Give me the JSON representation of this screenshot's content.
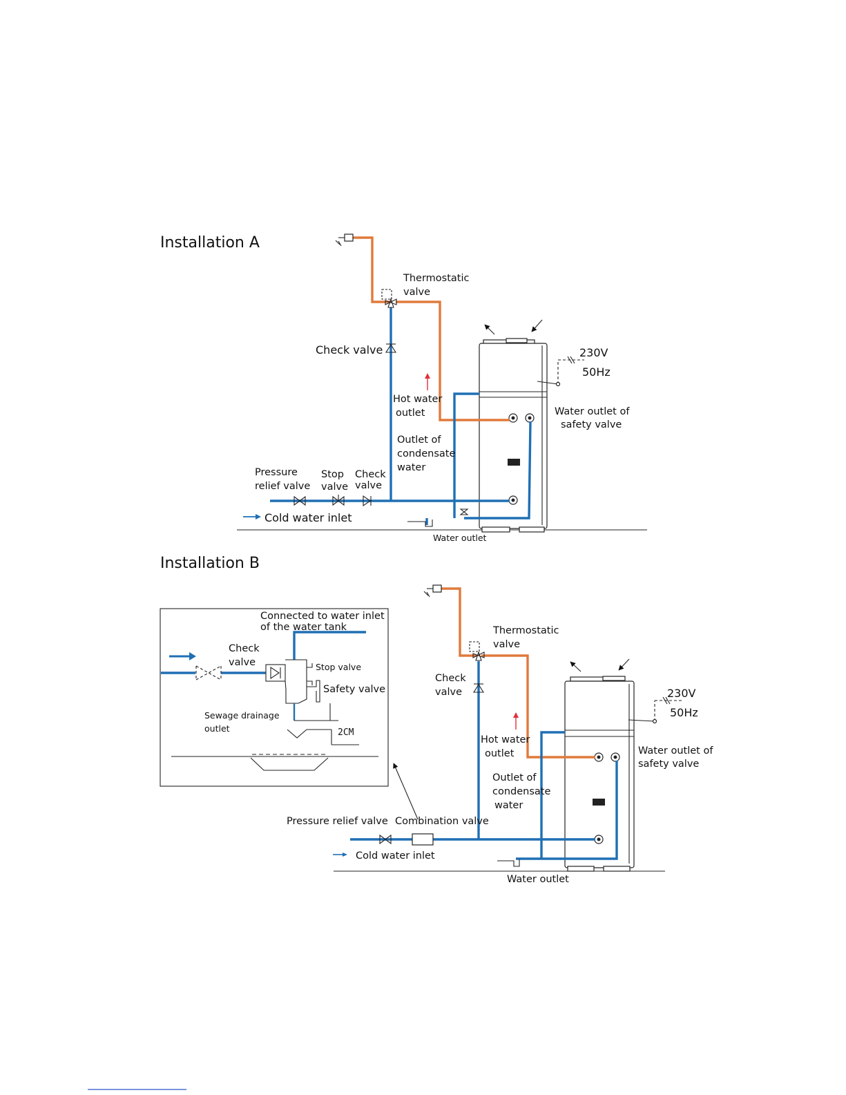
{
  "colors": {
    "cold_pipe": "#1f6fb4",
    "hot_pipe": "#e07a3c",
    "flow_arrow": "#e0303a"
  },
  "installation_a": {
    "title": "Installation A",
    "thermostatic_valve": [
      "Thermostatic",
      "valve"
    ],
    "check_valve": "Check valve",
    "power": [
      "230V",
      "50Hz"
    ],
    "hot_water_outlet": [
      "Hot water",
      "outlet"
    ],
    "safety_valve_outlet": [
      "Water outlet of",
      "safety valve"
    ],
    "condensate_outlet": [
      "Outlet of",
      "condensate",
      "water"
    ],
    "pressure_relief_valve": [
      "Pressure",
      "relief valve"
    ],
    "stop_valve": [
      "Stop",
      "valve"
    ],
    "check_valve_inlet": [
      "Check",
      "valve"
    ],
    "cold_water_inlet": "Cold water inlet",
    "water_outlet": "Water outlet"
  },
  "installation_b": {
    "title": "Installation B",
    "inset": {
      "connected_to_inlet": [
        "Connected to water inlet",
        "of the water tank"
      ],
      "check_valve": [
        "Check",
        "valve"
      ],
      "stop_valve": "Stop valve",
      "safety_valve": "Safety valve",
      "sewage_outlet": [
        "Sewage drainage",
        "outlet"
      ],
      "gap": "2CM"
    },
    "thermostatic_valve": [
      "Thermostatic",
      "valve"
    ],
    "check_valve": [
      "Check",
      "valve"
    ],
    "power": [
      "230V",
      "50Hz"
    ],
    "hot_water_outlet": [
      "Hot water",
      "outlet"
    ],
    "safety_valve_outlet": [
      "Water outlet of",
      "safety valve"
    ],
    "condensate_outlet": [
      "Outlet of",
      "condensate",
      "water"
    ],
    "pressure_relief_valve": "Pressure relief valve",
    "combination_valve": "Combination valve",
    "cold_water_inlet": "Cold water inlet",
    "water_outlet": "Water outlet"
  }
}
